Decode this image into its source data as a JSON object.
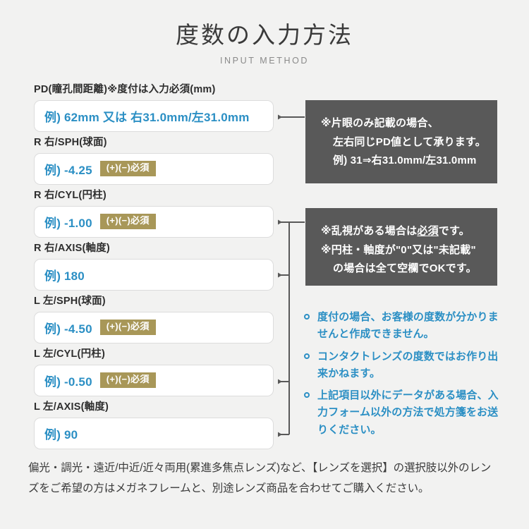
{
  "header": {
    "title": "度数の入力方法",
    "subtitle": "INPUT METHOD"
  },
  "colors": {
    "background": "#f2f2f1",
    "accent_blue": "#2b8fc4",
    "badge_khaki": "#a89758",
    "note_gray": "#595959",
    "text_dark": "#2e2e2e",
    "field_border": "#dcdcdc",
    "connector": "#595959"
  },
  "fields": [
    {
      "id": "pd",
      "label": "PD(瞳孔間距離)※度付は入力必須(mm)",
      "placeholder": "例) 62mm 又は 右31.0mm/左31.0mm",
      "badge": ""
    },
    {
      "id": "r-sph",
      "label": "R 右/SPH(球面)",
      "placeholder": "例) -4.25",
      "badge": "(+)(−)必須"
    },
    {
      "id": "r-cyl",
      "label": "R 右/CYL(円柱)",
      "placeholder": "例) -1.00",
      "badge": "(+)(−)必須"
    },
    {
      "id": "r-axis",
      "label": "R 右/AXIS(軸度)",
      "placeholder": "例) 180",
      "badge": ""
    },
    {
      "id": "l-sph",
      "label": "L 左/SPH(球面)",
      "placeholder": "例) -4.50",
      "badge": "(+)(−)必須"
    },
    {
      "id": "l-cyl",
      "label": "L 左/CYL(円柱)",
      "placeholder": "例) -0.50",
      "badge": "(+)(−)必須"
    },
    {
      "id": "l-axis",
      "label": "L 左/AXIS(軸度)",
      "placeholder": "例) 90",
      "badge": ""
    }
  ],
  "notes": {
    "pd": {
      "line1": "※片眼のみ記載の場合、",
      "line2": "左右同じPD値として承ります。",
      "line3": "例) 31⇒右31.0mm/左31.0mm"
    },
    "cyl": {
      "line1_a": "※乱視がある場合は",
      "line1_underline": "必須",
      "line1_b": "です。",
      "line2": "※円柱・軸度が\"0\"又は\"未記載\"",
      "line3": "の場合は全て空欄でOKです。"
    }
  },
  "bullets": [
    "度付の場合、お客様の度数が分かりませんと作成できません。",
    "コンタクトレンズの度数ではお作り出来かねます。",
    "上記項目以外にデータがある場合、入力フォーム以外の方法で処方箋をお送りください。"
  ],
  "footer": {
    "line1": "偏光・調光・遠近/中近/近々両用(累進多焦点レンズ)など、【レンズを選択】の選択肢以外のレン",
    "line2": "ズをご希望の方はメガネフレームと、別途レンズ商品を合わせてご購入ください。"
  }
}
